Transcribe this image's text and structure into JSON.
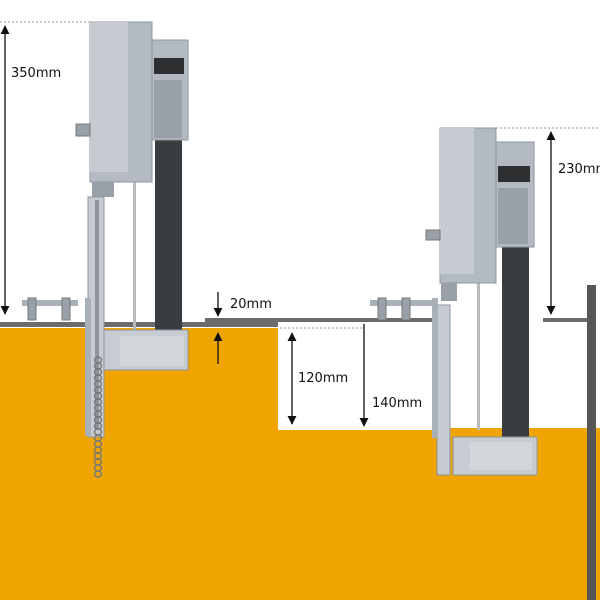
{
  "dimensions": {
    "left_height": "350mm",
    "gap": "20mm",
    "depth_mid": "120mm",
    "depth_full": "140mm",
    "right_height": "230mm"
  },
  "colors": {
    "floor": "#f0a400",
    "rail": "#6b6b6b",
    "housing": "#b4bac2",
    "housing_dark": "#8e959e",
    "shaft": "#3a3d3f",
    "plinth": "#c7ccd2",
    "dim_line": "#111111",
    "dotted_line": "#9a9a9a",
    "wall": "#555555"
  }
}
